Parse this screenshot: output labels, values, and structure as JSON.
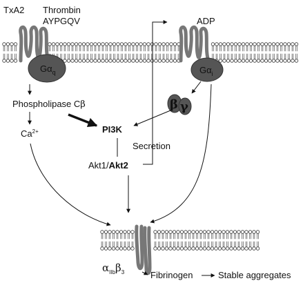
{
  "labels": {
    "txa2": "TxA2",
    "thrombin": "Thrombin",
    "aypgqv": "AYPGQV",
    "adp": "ADP",
    "gq_g": "Gα",
    "gq_sub": "q",
    "gi_g": "Gα",
    "gi_sub": "i",
    "plc_text": "Phospholipase C",
    "plc_greek": "β",
    "beta": "β",
    "gamma": "γ",
    "ca": "Ca",
    "ca_sup": "2+",
    "pi3k": "PI3K",
    "secretion": "Secretion",
    "akt1": "Akt1/",
    "akt2": "Akt2",
    "integrin_alpha": "α",
    "integrin_alpha_sub": "IIb",
    "integrin_beta": "β",
    "integrin_beta_sub": "3",
    "fibrinogen": "Fibrinogen",
    "stable": "Stable aggregates"
  },
  "colors": {
    "g_protein": "#555555",
    "receptor": "#777777",
    "membrane": "#333333",
    "arrow": "#111111"
  }
}
